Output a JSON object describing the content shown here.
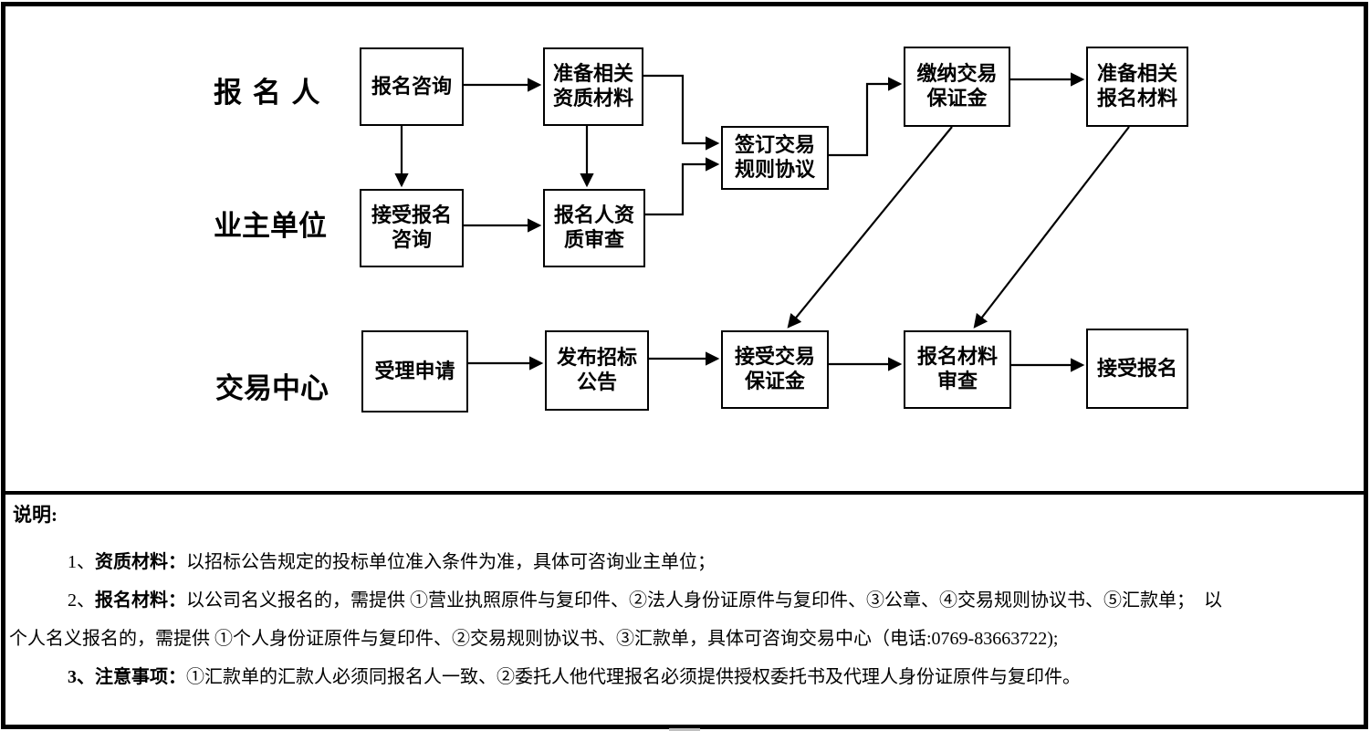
{
  "lanes": {
    "applicant": "报 名 人",
    "owner": "业主单位",
    "center": "交易中心"
  },
  "nodes": {
    "registration_inquiry": "报名咨询",
    "prepare_qualification_materials": "准备相关\n资质材料",
    "pay_trade_deposit": "缴纳交易\n保证金",
    "prepare_registration_materials": "准备相关\n报名材料",
    "sign_trade_rules_agreement": "签订交易\n规则协议",
    "accept_registration_inquiry": "接受报名\n咨询",
    "applicant_qualification_review": "报名人资\n质审查",
    "accept_application": "受理申请",
    "publish_bid_announcement": "发布招标\n公告",
    "receive_trade_deposit": "接受交易\n保证金",
    "registration_material_review": "报名材料\n审查",
    "accept_registration": "接受报名"
  },
  "notes": {
    "heading": "说明:",
    "items": [
      {
        "num": "1、",
        "label": "资质材料：",
        "text": "以招标公告规定的投标单位准入条件为准，具体可咨询业主单位；"
      },
      {
        "num": "2、",
        "label": "报名材料：",
        "text": "以公司名义报名的，需提供 ①营业执照原件与复印件、②法人身份证原件与复印件、③公章、④交易规则协议书、⑤汇款单；  以\n个人名义报名的，需提供 ①个人身份证原件与复印件、②交易规则协议书、③汇款单，具体可咨询交易中心（电话:0769-83663722);"
      },
      {
        "num": "3、",
        "label": "注意事项：",
        "text": "①汇款单的汇款人必须同报名人一致、②委托人他代理报名必须提供授权委托书及代理人身份证原件与复印件。"
      }
    ]
  },
  "colors": {
    "line": "#000000",
    "background": "#ffffff"
  }
}
